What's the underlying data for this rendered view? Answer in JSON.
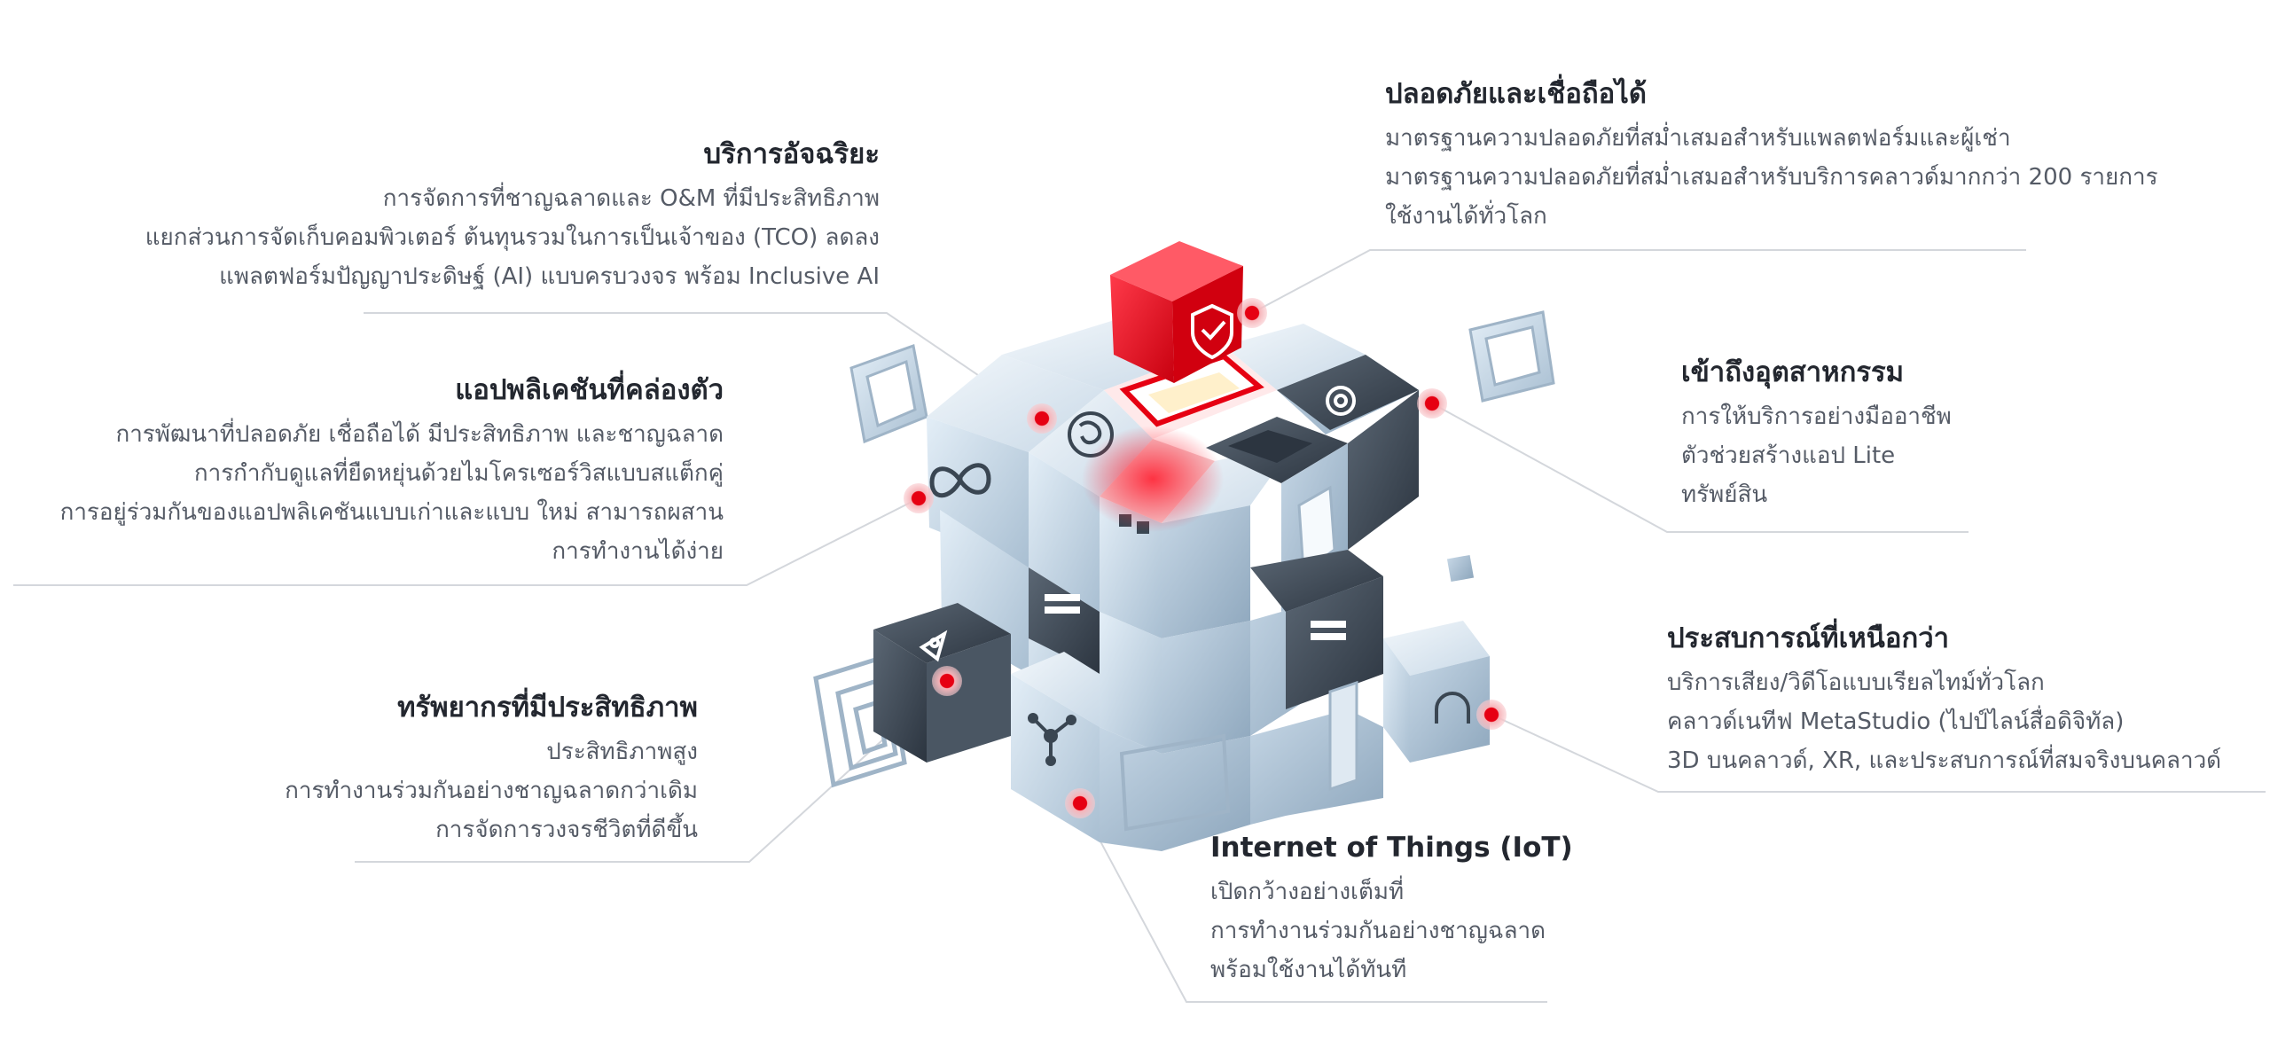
{
  "features": [
    {
      "key": "smart",
      "title": "บริการอัจฉริยะ",
      "items": [
        "การจัดการที่ชาญฉลาดและ O&M ที่มีประสิทธิภาพ",
        "แยกส่วนการจัดเก็บคอมพิวเตอร์ ต้นทุนรวมในการเป็นเจ้าของ (TCO) ลดลง",
        "แพลตฟอร์มปัญญาประดิษฐ์ (AI) แบบครบวงจร พร้อม Inclusive AI"
      ]
    },
    {
      "key": "security",
      "title": "ปลอดภัยและเชื่อถือได้",
      "items": [
        "มาตรฐานความปลอดภัยที่สม่ำเสมอสำหรับแพลตฟอร์มและผู้เช่า",
        "มาตรฐานความปลอดภัยที่สม่ำเสมอสำหรับบริการคลาวด์มากกว่า 200 รายการ",
        "ใช้งานได้ทั่วโลก"
      ]
    },
    {
      "key": "apps",
      "title": "แอปพลิเคชันที่คล่องตัว",
      "items": [
        "การพัฒนาที่ปลอดภัย เชื่อถือได้ มีประสิทธิภาพ และชาญฉลาด",
        "การกำกับดูแลที่ยืดหยุ่นด้วยไมโครเซอร์วิสแบบสแต็กคู่",
        "การอยู่ร่วมกันของแอปพลิเคชันแบบเก่าและแบบ ใหม่ สามารถผสาน",
        "การทำงานได้ง่าย"
      ]
    },
    {
      "key": "industry",
      "title": "เข้าถึงอุตสาหกรรม",
      "items": [
        "การให้บริการอย่างมืออาชีพ",
        "ตัวช่วยสร้างแอป Lite",
        "ทรัพย์สิน"
      ]
    },
    {
      "key": "resources",
      "title": "ทรัพยากรที่มีประสิทธิภาพ",
      "items": [
        "ประสิทธิภาพสูง",
        "การทำงานร่วมกันอย่างชาญฉลาดกว่าเดิม",
        "การจัดการวงจรชีวิตที่ดีขึ้น"
      ]
    },
    {
      "key": "experience",
      "title": "ประสบการณ์ที่เหนือกว่า",
      "items": [
        "บริการเสียง/วิดีโอแบบเรียลไทม์ทั่วโลก",
        "คลาวด์เนทีฟ MetaStudio (ไปป์ไลน์สื่อดิจิทัล)",
        "3D บนคลาวด์, XR, และประสบการณ์ที่สมจริงบนคลาวด์"
      ]
    },
    {
      "key": "iot",
      "title": "Internet of Things (IoT)",
      "items": [
        "เปิดกว้างอย่างเต็มที่",
        "การทำงานร่วมกันอย่างชาญฉลาด",
        "พร้อมใช้งานได้ทันที"
      ]
    }
  ],
  "colors": {
    "accent": "#e60012",
    "cube_light": "#dbe8f3",
    "cube_mid": "#b7cbdc",
    "cube_dark": "#3e4a57",
    "line": "#d4d7dc"
  },
  "icons": [
    "shield-check-icon",
    "brain-icon",
    "gear-icon",
    "infinity-icon",
    "rocket-icon",
    "network-icon",
    "headset-icon",
    "server-icon"
  ]
}
